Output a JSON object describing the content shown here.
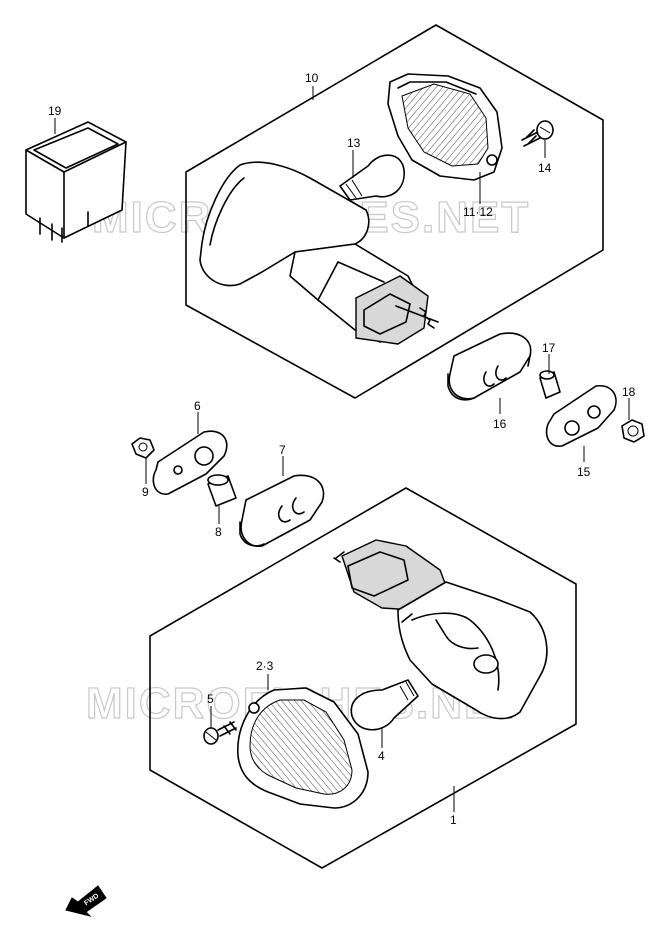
{
  "watermark": "MICROFICHES.NET",
  "direction_label": "FWD",
  "callouts": {
    "c1": "1",
    "c2_3": "2·3",
    "c4": "4",
    "c5": "5",
    "c6": "6",
    "c7": "7",
    "c8": "8",
    "c9": "9",
    "c10": "10",
    "c11_12": "11·12",
    "c13": "13",
    "c14": "14",
    "c15": "15",
    "c16": "16",
    "c17": "17",
    "c18": "18",
    "c19": "19"
  }
}
